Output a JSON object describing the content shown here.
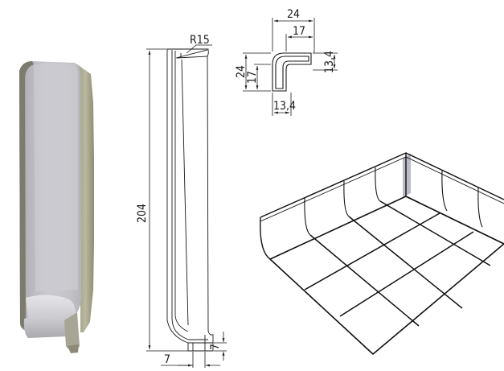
{
  "drawing": {
    "photo": {
      "name": "tile-corner-piece-photo"
    },
    "side_view": {
      "radius_label": "R15",
      "height_label": "204",
      "base_width_label": "7",
      "base_height_label": "7"
    },
    "profile_view": {
      "overall_width_label": "24",
      "inner_width_label": "17",
      "overall_height_label": "24",
      "inner_height_label": "17",
      "leg_height_label": "13,4",
      "leg_width_label": "13,4"
    },
    "install_view": {
      "highlight_color": "#b9bbc6"
    }
  }
}
